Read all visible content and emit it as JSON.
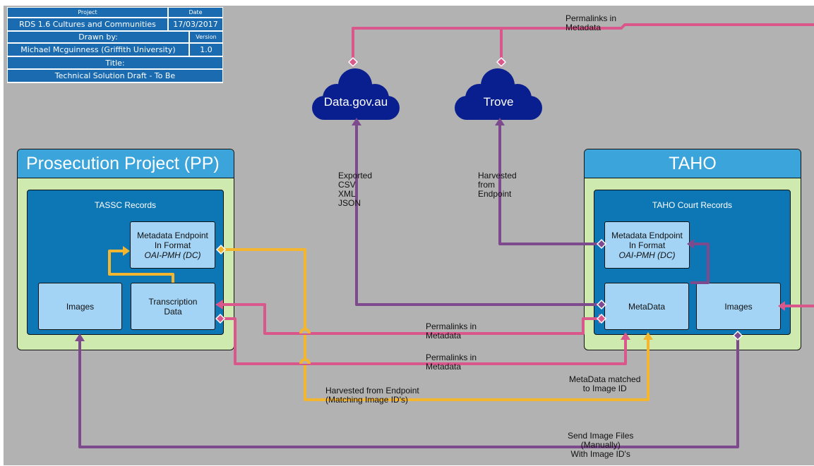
{
  "title_block": {
    "project_header": "Project",
    "date_header": "Date",
    "project": "RDS 1.6 Cultures and Communities",
    "date": "17/03/2017",
    "drawn_by_header": "Drawn by:",
    "version_header": "Version",
    "drawn_by": "Michael Mcguinness (Griffith University)",
    "version": "1.0",
    "title_header": "Title:",
    "title": "Technical Solution Draft - To Be"
  },
  "clouds": {
    "data_gov": "Data.gov.au",
    "trove": "Trove"
  },
  "pp": {
    "title": "Prosecution Project (PP)",
    "inner_title": "TASSC Records",
    "metadata_endpoint": {
      "line1": "Metadata Endpoint",
      "line2": "In Format",
      "line3": "OAI-PMH (DC)"
    },
    "images": "Images",
    "transcription": {
      "line1": "Transcription",
      "line2": "Data"
    }
  },
  "taho": {
    "title": "TAHO",
    "inner_title": "TAHO Court Records",
    "metadata_endpoint": {
      "line1": "Metadata Endpoint",
      "line2": "In Format",
      "line3": "OAI-PMH (DC)"
    },
    "metadata": "MetaData",
    "images": "Images"
  },
  "edges": {
    "permalinks_top": [
      "Permalinks in",
      "Metadata"
    ],
    "exported": [
      "Exported",
      "CSV",
      "XML",
      "JSON"
    ],
    "harvested_trove": [
      "Harvested",
      "from",
      "Endpoint"
    ],
    "permalinks_mid1": [
      "Permalinks in",
      "Metadata"
    ],
    "permalinks_mid2": [
      "Permalinks in",
      "Metadata"
    ],
    "metadata_matched": [
      "MetaData matched",
      "to Image ID"
    ],
    "harvested_endpoint": [
      "Harvested from Endpoint",
      "(Matching Image ID's)"
    ],
    "send_images": [
      "Send Image Files",
      "(Manually)",
      "With Image ID's"
    ]
  },
  "colors": {
    "pink": "#d9578a",
    "purple": "#7e4a8e",
    "yellow": "#f4b62f",
    "cloud": "#0a1f8f",
    "panel_header": "#3ba4db",
    "panel_inner": "#0d76b5",
    "node": "#a3d4f5",
    "panel_outer": "#cfeaaf",
    "title_block": "#1a6bb0"
  }
}
